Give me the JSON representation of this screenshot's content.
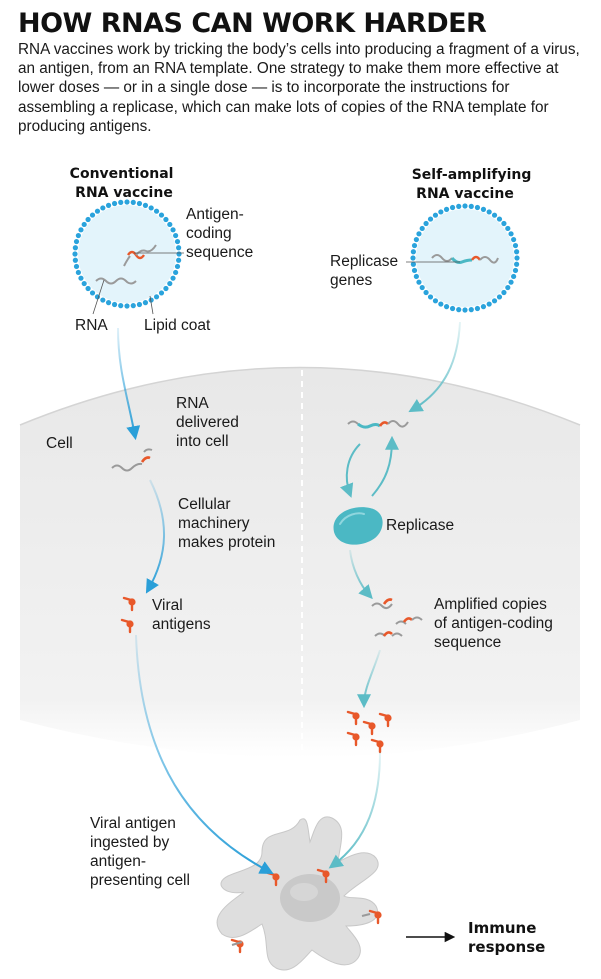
{
  "header": {
    "title": "HOW RNAS CAN WORK HARDER",
    "intro": "RNA vaccines work by tricking the body’s cells into producing a fragment of a virus, an antigen, from an RNA template. One strategy to make them more effective at lower doses — or in a single dose — is to incorporate the instructions for assembling a replicase, which can make lots of copies of the RNA template for producing antigens."
  },
  "left": {
    "heading": [
      "Conventional",
      "RNA vaccine"
    ],
    "antigen_coding": [
      "Antigen-",
      "coding",
      "sequence"
    ],
    "rna": "RNA",
    "lipid_coat": "Lipid coat",
    "cell": "Cell",
    "rna_delivered": [
      "RNA",
      "delivered",
      "into cell"
    ],
    "machinery": [
      "Cellular",
      "machinery",
      "makes protein"
    ],
    "viral_antigens": [
      "Viral",
      "antigens"
    ]
  },
  "right": {
    "heading": [
      "Self-amplifying",
      "RNA vaccine"
    ],
    "replicase_genes": [
      "Replicase",
      "genes"
    ],
    "replicase": "Replicase",
    "amplified": [
      "Amplified copies",
      "of antigen-coding",
      "sequence"
    ]
  },
  "bottom": {
    "ingested": [
      "Viral antigen",
      "ingested by",
      "antigen-",
      "presenting cell"
    ],
    "immune": [
      "Immune",
      "response"
    ]
  },
  "colors": {
    "blue_dots": "#2aa3dc",
    "capsule_fill": "#e3f4fb",
    "rna_grey": "#9a9a9a",
    "antigen_orange": "#e8582a",
    "replicase_teal": "#4bb8c4",
    "arrow_blue": "#2a9fd8",
    "arrow_teal": "#66c0c8",
    "cell_fill": "#ededed",
    "apc_fill": "#dadada"
  }
}
